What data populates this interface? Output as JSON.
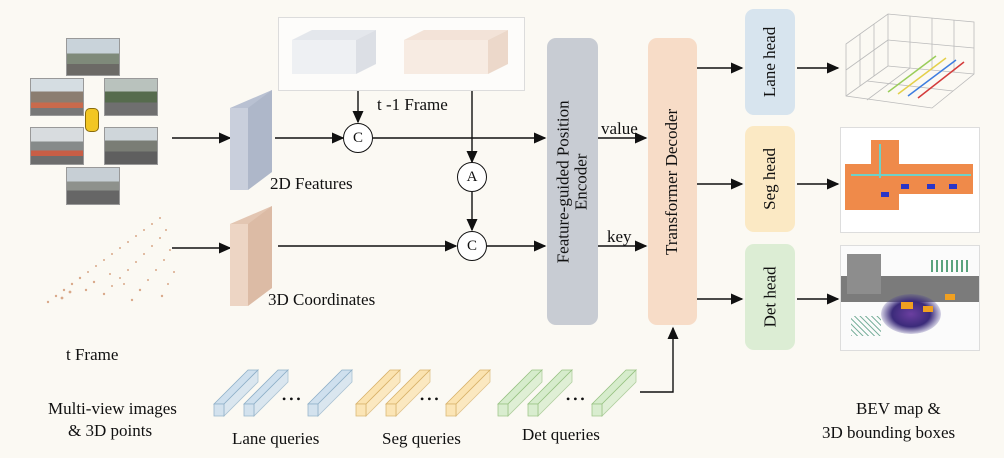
{
  "inputs": {
    "frame_t": "t  Frame",
    "multi_view_line1": "Multi-view images",
    "multi_view_line2": "& 3D points"
  },
  "features": {
    "features_2d": "2D Features",
    "coords_3d": "3D Coordinates",
    "prev_frame": "t -1 Frame"
  },
  "operators": {
    "concat": "C",
    "align": "A"
  },
  "encoder": {
    "line1": "Feature-guided Position",
    "line2": "Encoder"
  },
  "edges": {
    "value": "value",
    "key": "key"
  },
  "decoder": {
    "label": "Transformer  Decoder"
  },
  "heads": {
    "lane": "Lane head",
    "seg": "Seg head",
    "det": "Det head"
  },
  "queries": {
    "lane": "Lane queries",
    "seg": "Seg queries",
    "det": "Det queries",
    "ellipsis": "• • •"
  },
  "outputs": {
    "line1": "BEV map &",
    "line2": "3D bounding boxes"
  },
  "colors": {
    "lane": "#d7e4ee",
    "seg": "#fbe9c4",
    "det": "#dcedd4",
    "encoder": "#c8ccd3",
    "decoder": "#f7dcc7",
    "features_2d": "#c9cfdc",
    "coords_3d": "#edd5c4"
  }
}
